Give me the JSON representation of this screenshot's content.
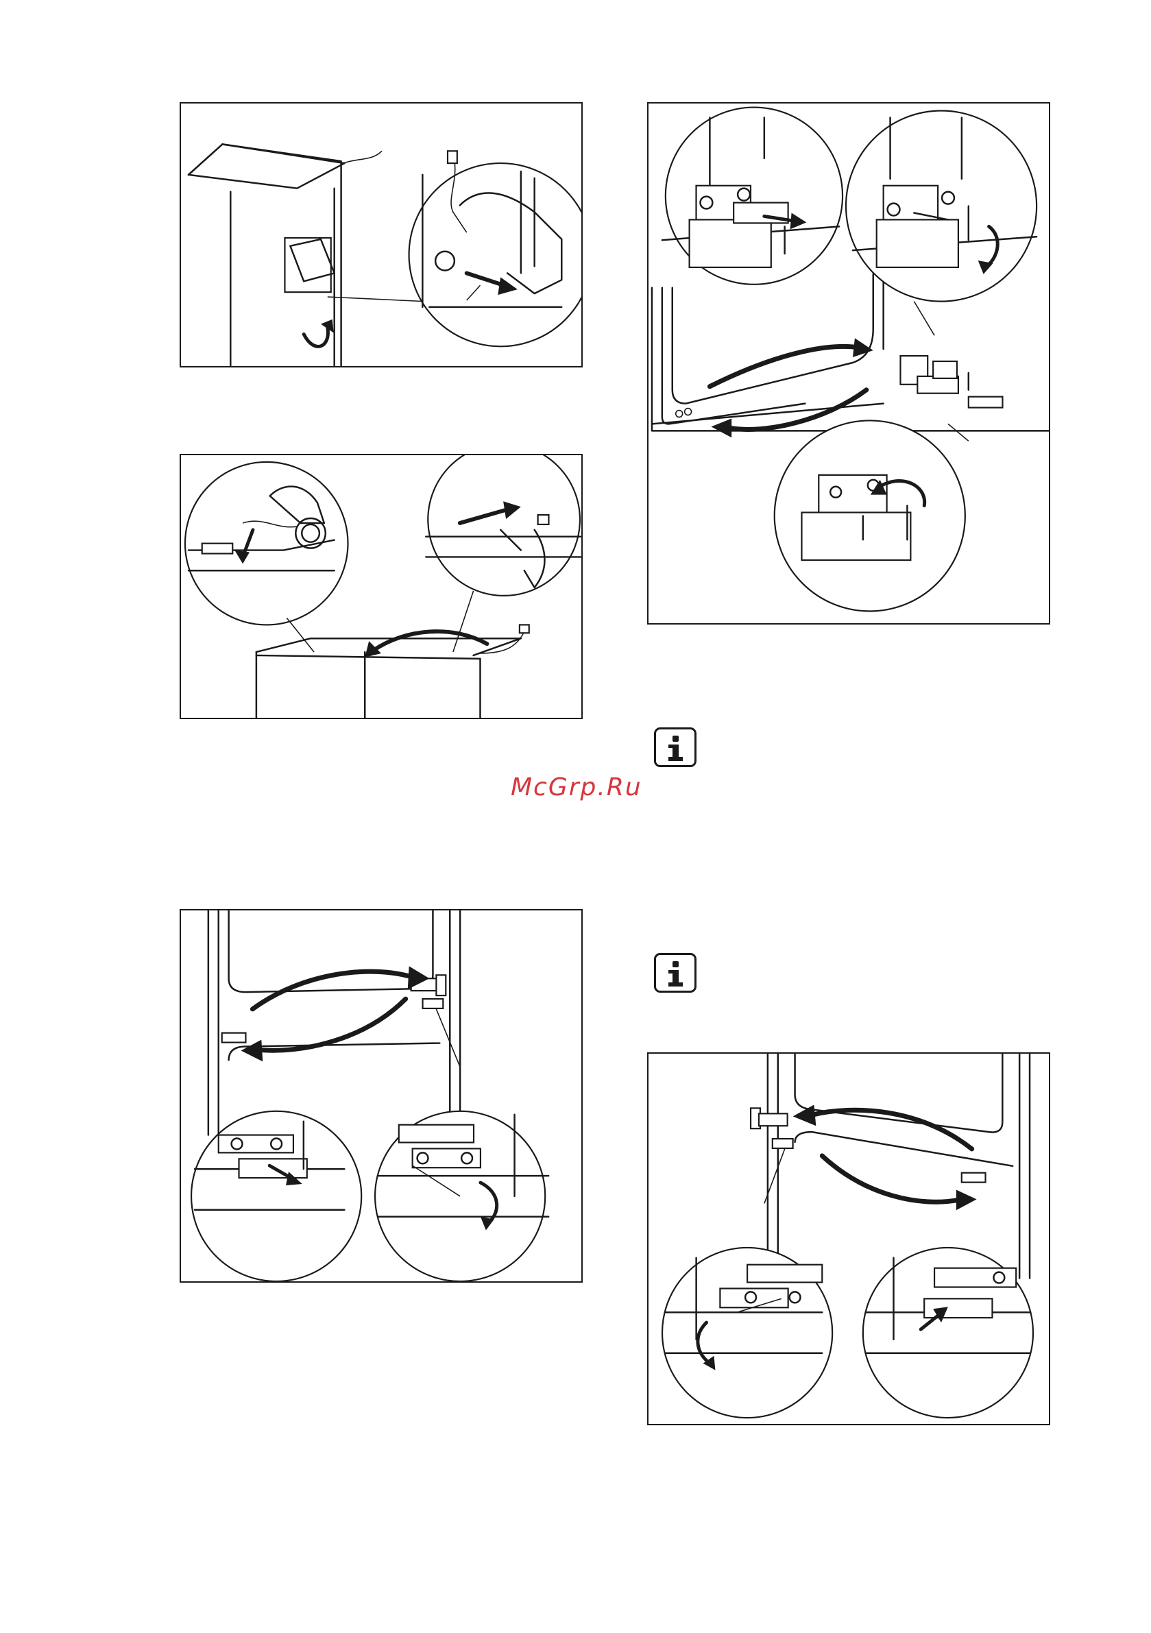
{
  "watermark": {
    "text": "McGrp.Ru",
    "color": "#d7363c"
  },
  "figures": [
    {
      "id": "fig1",
      "icon": "door-switch-cable-disconnect-illustration"
    },
    {
      "id": "fig2",
      "icon": "cable-reroute-top-cover-illustration"
    },
    {
      "id": "fig3",
      "icon": "middle-hinge-removal-illustration"
    },
    {
      "id": "fig4",
      "icon": "bottom-hinge-relocation-illustration"
    },
    {
      "id": "fig5",
      "icon": "middle-hinge-reinstall-illustration"
    }
  ],
  "info_icons": [
    {
      "id": "info1",
      "icon": "info-icon"
    },
    {
      "id": "info2",
      "icon": "info-icon"
    }
  ]
}
